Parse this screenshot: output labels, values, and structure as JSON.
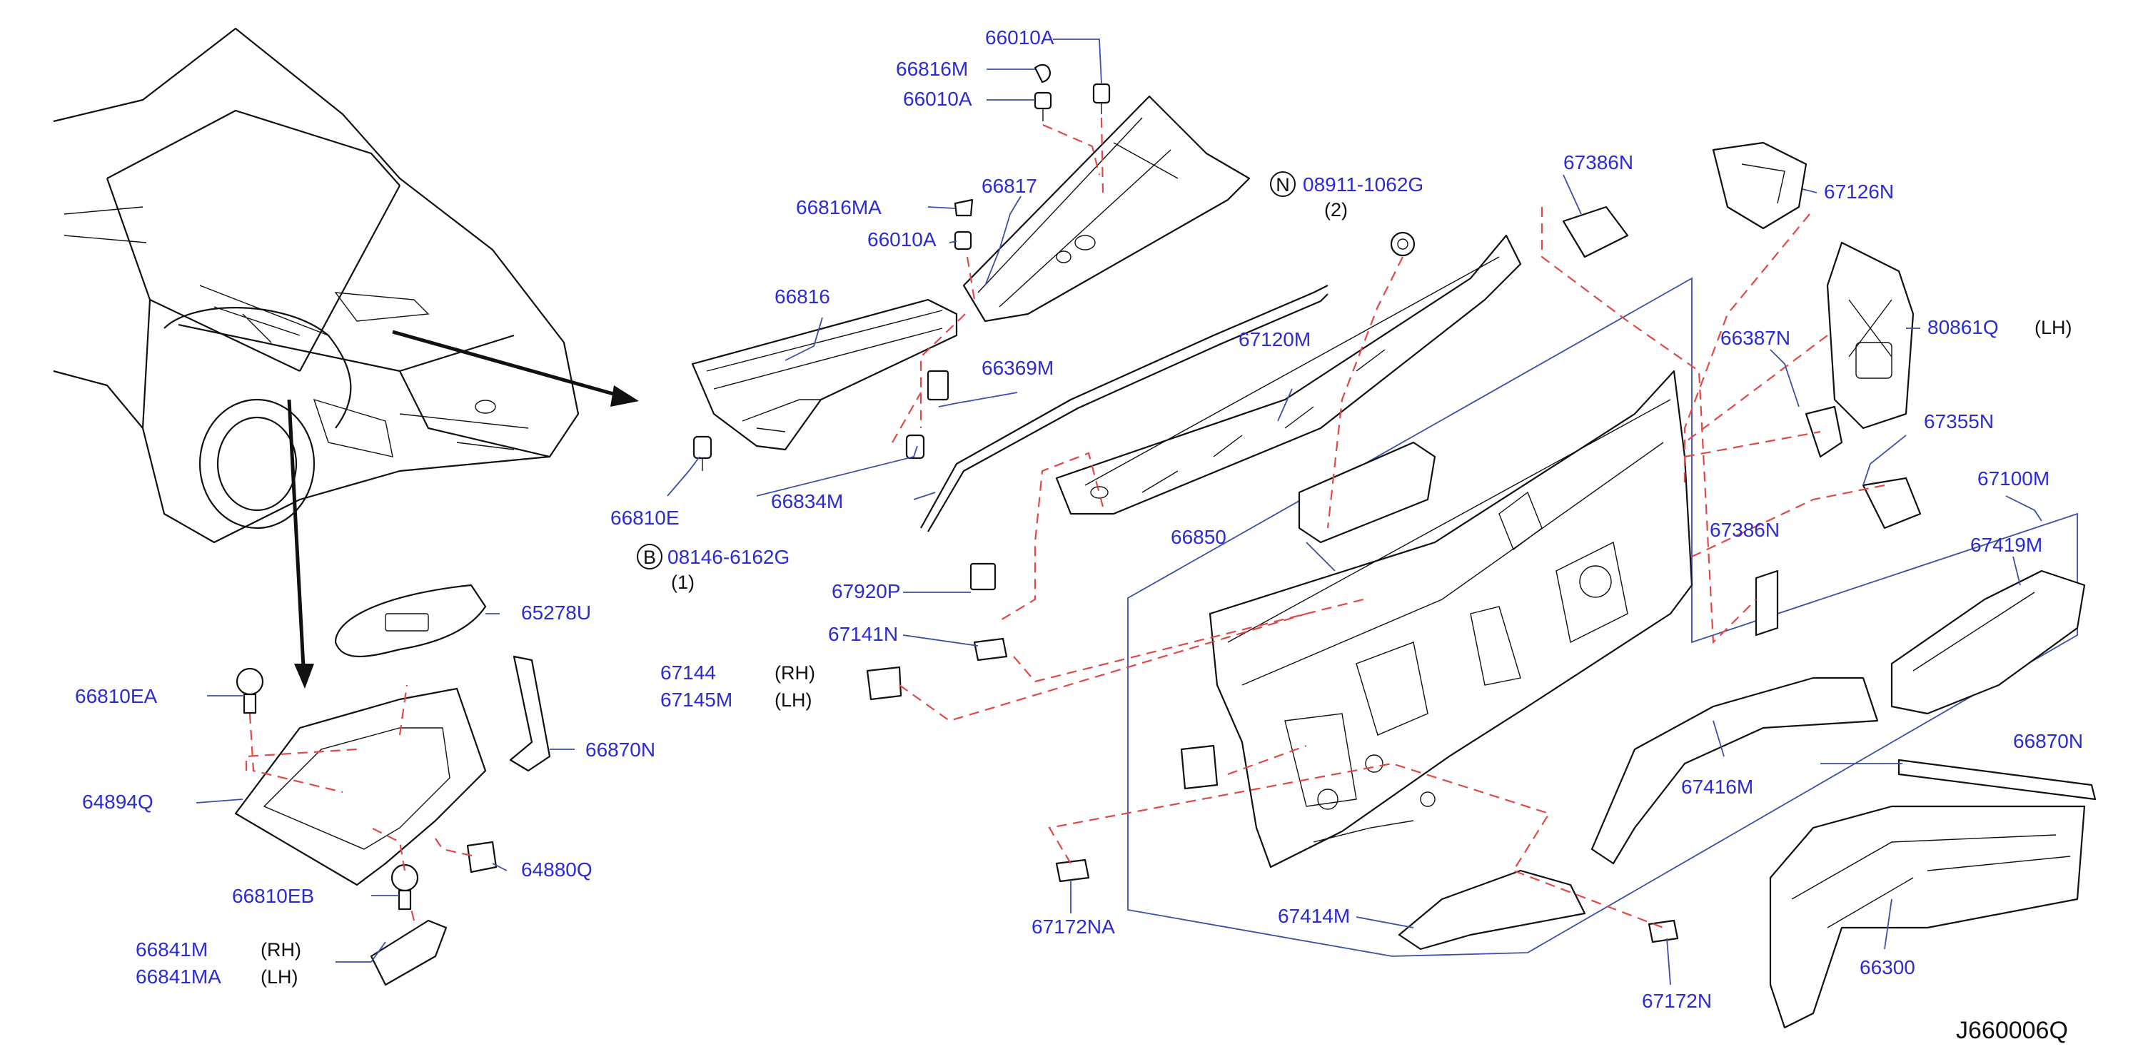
{
  "diagram_code": "J660006Q",
  "parts": [
    {
      "key": "p66010A_top",
      "text": "66010A"
    },
    {
      "key": "p66816M",
      "text": "66816M"
    },
    {
      "key": "p66010A_mid",
      "text": "66010A"
    },
    {
      "key": "p66816MA",
      "text": "66816MA"
    },
    {
      "key": "p66817",
      "text": "66817"
    },
    {
      "key": "p66010A_low",
      "text": "66010A"
    },
    {
      "key": "p66816",
      "text": "66816"
    },
    {
      "key": "p66369M",
      "text": "66369M"
    },
    {
      "key": "p66834M",
      "text": "66834M"
    },
    {
      "key": "p66810E",
      "text": "66810E"
    },
    {
      "key": "p08146",
      "text": "08146-6162G"
    },
    {
      "key": "p08911",
      "text": "08911-1062G"
    },
    {
      "key": "p67120M",
      "text": "67120M"
    },
    {
      "key": "p6685x",
      "text": "66850"
    },
    {
      "key": "p67386N",
      "text": "67386N"
    },
    {
      "key": "p67126N",
      "text": "67126N"
    },
    {
      "key": "p80861Q",
      "text": "80861Q"
    },
    {
      "key": "p66387N",
      "text": "66387N"
    },
    {
      "key": "p67355N",
      "text": "67355N"
    },
    {
      "key": "p67100M",
      "text": "67100M"
    },
    {
      "key": "p67xxxN",
      "text": "67386N"
    },
    {
      "key": "p6741xM",
      "text": "67419M"
    },
    {
      "key": "p67920P",
      "text": "67920P"
    },
    {
      "key": "p67141N",
      "text": "67141N"
    },
    {
      "key": "p67144",
      "text": "67144"
    },
    {
      "key": "p67145M",
      "text": "67145M"
    },
    {
      "key": "p65278U",
      "text": "65278U"
    },
    {
      "key": "p66810EA",
      "text": "66810EA"
    },
    {
      "key": "p66870N_l",
      "text": "66870N"
    },
    {
      "key": "p64894Q",
      "text": "64894Q"
    },
    {
      "key": "p64880Q",
      "text": "64880Q"
    },
    {
      "key": "p66810EB",
      "text": "66810EB"
    },
    {
      "key": "p66841M",
      "text": "66841M"
    },
    {
      "key": "p66841MA",
      "text": "66841MA"
    },
    {
      "key": "p67172NA",
      "text": "67172NA"
    },
    {
      "key": "p67414M",
      "text": "67414M"
    },
    {
      "key": "p67416M",
      "text": "67416M"
    },
    {
      "key": "p67172N",
      "text": "67172N"
    },
    {
      "key": "p66870N_r",
      "text": "66870N"
    },
    {
      "key": "p66300",
      "text": "66300"
    }
  ],
  "notes": {
    "rh": "(RH)",
    "lh": "(LH)",
    "lh_80861": "(LH)",
    "qty_2": "(2)",
    "qty_1": "(1)",
    "nut_symbol": "N",
    "bolt_symbol": "B"
  },
  "colors": {
    "label": "#2b2bd6",
    "leader": "#3a4fa8",
    "dashed_link": "#e04848",
    "outline": "#111111"
  }
}
